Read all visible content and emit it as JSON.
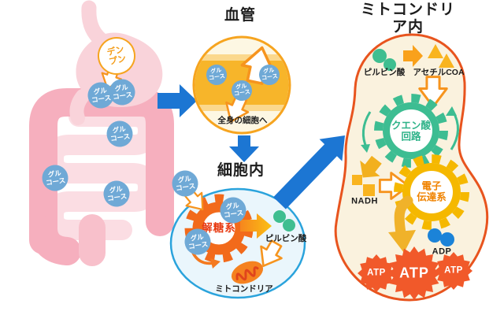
{
  "labels": {
    "glucose": "グル\nコース",
    "starch": "デン\nプン"
  },
  "vessel": {
    "title": "血管",
    "caption": "全身の細胞へ"
  },
  "cell": {
    "title": "細胞内",
    "glycolysis": "解糖系",
    "pyruvate": "ピルビン酸",
    "mitochondria": "ミトコンドリア"
  },
  "mitochondria": {
    "title": "ミトコンドリア内",
    "pyruvate": "ピルビン酸",
    "acetyl_coa": "アセチルCOA",
    "citric_acid_cycle": "クエン酸\n回路",
    "nadh": "NADH",
    "electron_transport": "電子\n伝達系",
    "adp": "ADP",
    "atp": "ATP"
  },
  "colors": {
    "blue_arrow": "#1c76d3",
    "glucose_blue": "#6fa9d6",
    "vessel_orange": "#f6a41f",
    "vessel_blood": "#f7b52a",
    "glycolysis_orange": "#f26a1b",
    "green": "#3dbd92",
    "gear_gold": "#f5b800",
    "atp_red": "#f1592a",
    "mito_border": "#e8541e",
    "intestine_pink": "#f6afbe",
    "stomach_pink": "#f9d3da"
  }
}
